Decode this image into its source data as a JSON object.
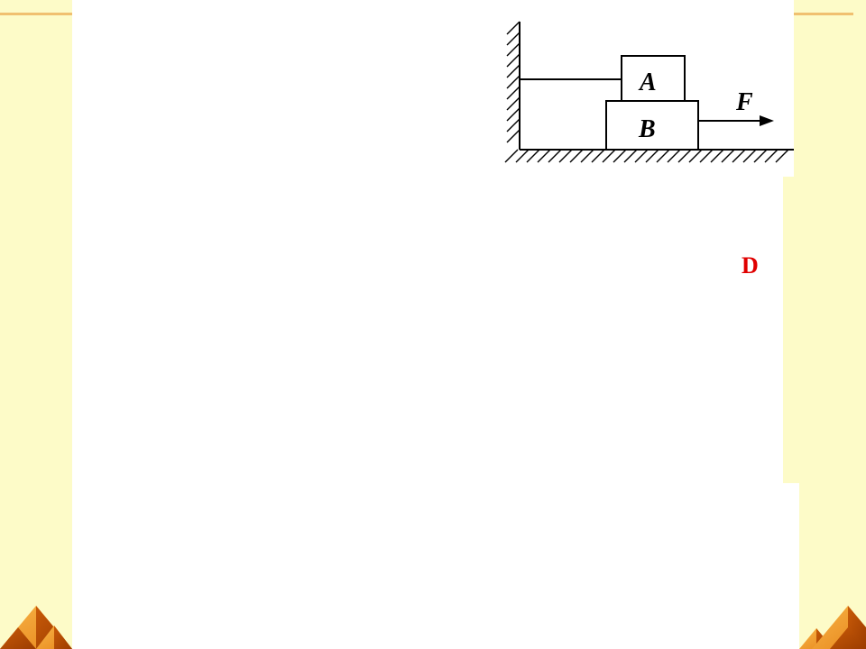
{
  "slide": {
    "theme": {
      "background": "#fdfbc8",
      "accent_rule": "#f0c070",
      "pyramid_light": "#f5a030",
      "pyramid_dark": "#b84a00",
      "answer_color": "#e00000"
    },
    "diagram": {
      "block_a_label": "A",
      "block_b_label": "B",
      "force_label": "F"
    },
    "answer": "D"
  }
}
